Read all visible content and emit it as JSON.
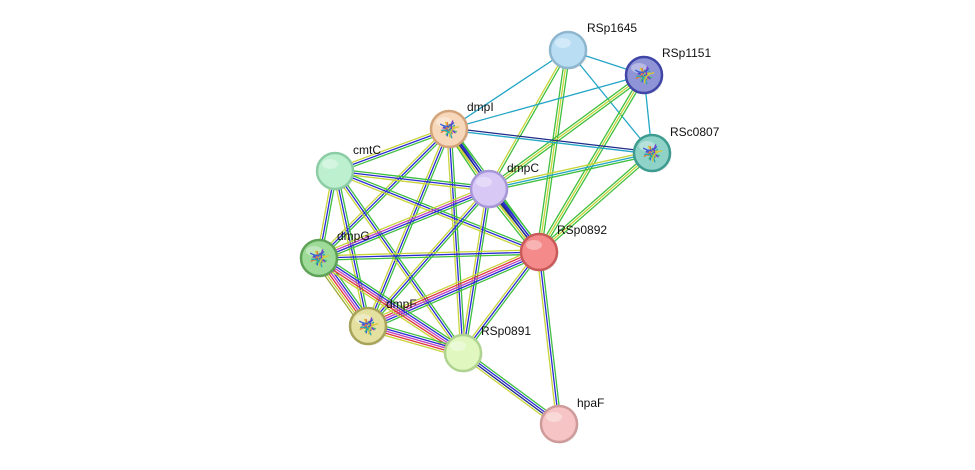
{
  "network": {
    "edge_colors": {
      "green": "#3fbf3f",
      "yellow": "#c8d43a",
      "blue": "#2b2bd6",
      "darkblue": "#1f2a8a",
      "magenta": "#c040c0",
      "red": "#e03a3a",
      "cyan": "#25a6c6",
      "olive": "#9aa83a"
    },
    "nodes": [
      {
        "id": "rsp1645",
        "label": "RSp1645",
        "fill": "#b9def4",
        "stroke": "#8fb6cf",
        "icon": "none"
      },
      {
        "id": "rsp1151",
        "label": "RSp1151",
        "fill": "#8f94d6",
        "stroke": "#3f46a8",
        "icon": "protein-structure-icon"
      },
      {
        "id": "dmpi",
        "label": "dmpI",
        "fill": "#f6d7b9",
        "stroke": "#d3a37a",
        "icon": "protein-structure-icon"
      },
      {
        "id": "rsc0807",
        "label": "RSc0807",
        "fill": "#8fd2c8",
        "stroke": "#3d9b8f",
        "icon": "protein-structure-icon"
      },
      {
        "id": "cmtc",
        "label": "cmtC",
        "fill": "#bdf0cf",
        "stroke": "#8ccda5",
        "icon": "none"
      },
      {
        "id": "dmpc",
        "label": "dmpC",
        "fill": "#d8c8f6",
        "stroke": "#a897d8",
        "icon": "none"
      },
      {
        "id": "rsp0892",
        "label": "RSp0892",
        "fill": "#f58a8a",
        "stroke": "#c85a5a",
        "icon": "none"
      },
      {
        "id": "dmpg",
        "label": "dmpG",
        "fill": "#9edb98",
        "stroke": "#5ea257",
        "icon": "protein-structure-icon"
      },
      {
        "id": "dmpf",
        "label": "dmpF",
        "fill": "#e3e0a0",
        "stroke": "#a8a35a",
        "icon": "protein-structure-icon"
      },
      {
        "id": "rsp0891",
        "label": "RSp0891",
        "fill": "#e0f8c0",
        "stroke": "#b0d490",
        "icon": "none"
      },
      {
        "id": "hpaf",
        "label": "hpaF",
        "fill": "#f6c4c4",
        "stroke": "#cf9a9a",
        "icon": "none"
      }
    ],
    "edges": [
      {
        "from": "rsp1645",
        "to": "rsp1151",
        "colors": [
          "cyan"
        ]
      },
      {
        "from": "rsp1645",
        "to": "rsc0807",
        "colors": [
          "cyan"
        ]
      },
      {
        "from": "rsp1645",
        "to": "dmpi",
        "colors": [
          "cyan"
        ]
      },
      {
        "from": "rsp1645",
        "to": "dmpc",
        "colors": [
          "green",
          "yellow"
        ]
      },
      {
        "from": "rsp1645",
        "to": "rsp0892",
        "colors": [
          "green",
          "yellow",
          "green"
        ]
      },
      {
        "from": "rsp1151",
        "to": "rsc0807",
        "colors": [
          "cyan"
        ]
      },
      {
        "from": "rsp1151",
        "to": "dmpi",
        "colors": [
          "cyan"
        ]
      },
      {
        "from": "rsp1151",
        "to": "dmpc",
        "colors": [
          "green",
          "yellow",
          "green"
        ]
      },
      {
        "from": "rsp1151",
        "to": "rsp0892",
        "colors": [
          "green",
          "yellow",
          "green"
        ]
      },
      {
        "from": "dmpi",
        "to": "rsc0807",
        "colors": [
          "darkblue",
          "cyan"
        ]
      },
      {
        "from": "dmpi",
        "to": "cmtc",
        "colors": [
          "green",
          "blue",
          "yellow"
        ]
      },
      {
        "from": "dmpi",
        "to": "dmpc",
        "colors": [
          "green",
          "blue",
          "yellow",
          "green"
        ]
      },
      {
        "from": "dmpi",
        "to": "rsp0892",
        "colors": [
          "green",
          "blue",
          "darkblue",
          "yellow"
        ]
      },
      {
        "from": "dmpi",
        "to": "dmpg",
        "colors": [
          "green",
          "blue",
          "yellow"
        ]
      },
      {
        "from": "dmpi",
        "to": "dmpf",
        "colors": [
          "green",
          "blue",
          "yellow"
        ]
      },
      {
        "from": "dmpi",
        "to": "rsp0891",
        "colors": [
          "green",
          "blue",
          "yellow"
        ]
      },
      {
        "from": "rsc0807",
        "to": "dmpc",
        "colors": [
          "green",
          "cyan",
          "yellow"
        ]
      },
      {
        "from": "rsc0807",
        "to": "rsp0892",
        "colors": [
          "green",
          "yellow",
          "green"
        ]
      },
      {
        "from": "cmtc",
        "to": "dmpc",
        "colors": [
          "green",
          "blue",
          "yellow"
        ]
      },
      {
        "from": "cmtc",
        "to": "rsp0892",
        "colors": [
          "green",
          "blue",
          "yellow"
        ]
      },
      {
        "from": "cmtc",
        "to": "dmpg",
        "colors": [
          "green",
          "blue",
          "yellow"
        ]
      },
      {
        "from": "cmtc",
        "to": "dmpf",
        "colors": [
          "green",
          "blue",
          "yellow"
        ]
      },
      {
        "from": "cmtc",
        "to": "rsp0891",
        "colors": [
          "green",
          "blue",
          "yellow"
        ]
      },
      {
        "from": "dmpc",
        "to": "rsp0892",
        "colors": [
          "green",
          "blue",
          "darkblue",
          "yellow",
          "green"
        ]
      },
      {
        "from": "dmpc",
        "to": "dmpg",
        "colors": [
          "green",
          "blue",
          "magenta",
          "yellow"
        ]
      },
      {
        "from": "dmpc",
        "to": "dmpf",
        "colors": [
          "green",
          "blue",
          "yellow"
        ]
      },
      {
        "from": "dmpc",
        "to": "rsp0891",
        "colors": [
          "green",
          "blue",
          "yellow"
        ]
      },
      {
        "from": "rsp0892",
        "to": "dmpg",
        "colors": [
          "green",
          "blue",
          "yellow"
        ]
      },
      {
        "from": "rsp0892",
        "to": "dmpf",
        "colors": [
          "green",
          "blue",
          "magenta",
          "red",
          "yellow"
        ]
      },
      {
        "from": "rsp0892",
        "to": "rsp0891",
        "colors": [
          "green",
          "blue",
          "yellow"
        ]
      },
      {
        "from": "rsp0892",
        "to": "hpaf",
        "colors": [
          "green",
          "blue",
          "yellow"
        ]
      },
      {
        "from": "dmpg",
        "to": "dmpf",
        "colors": [
          "green",
          "blue",
          "magenta",
          "red",
          "yellow",
          "olive"
        ]
      },
      {
        "from": "dmpg",
        "to": "rsp0891",
        "colors": [
          "green",
          "blue",
          "magenta",
          "red",
          "yellow"
        ]
      },
      {
        "from": "dmpf",
        "to": "rsp0891",
        "colors": [
          "green",
          "blue",
          "magenta",
          "red",
          "yellow"
        ]
      },
      {
        "from": "rsp0891",
        "to": "hpaf",
        "colors": [
          "green",
          "blue",
          "darkblue",
          "yellow"
        ]
      }
    ]
  }
}
